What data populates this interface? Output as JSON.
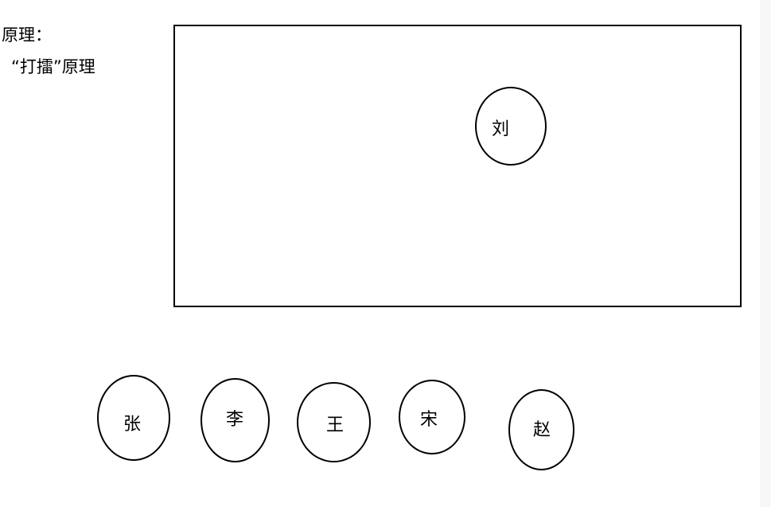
{
  "text": {
    "heading": "原理：",
    "subheading": "“打擂”原理"
  },
  "stage": {
    "champion": "刘"
  },
  "challengers": [
    "张",
    "李",
    "王",
    "宋",
    "赵"
  ],
  "colors": {
    "line": "#000000",
    "background": "#ffffff",
    "edge_strip": "#f7f7f7"
  }
}
